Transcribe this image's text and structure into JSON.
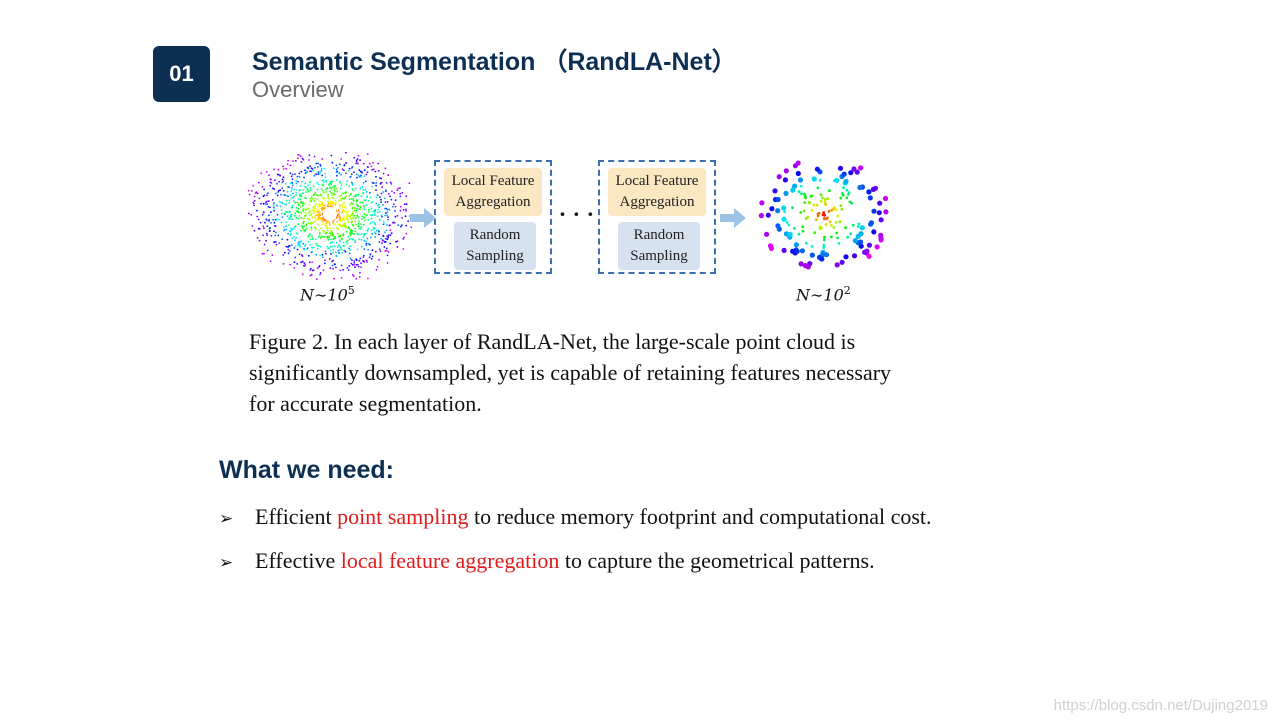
{
  "header": {
    "badge": "01",
    "title": "Semantic Segmentation （RandLA-Net）",
    "subtitle": "Overview"
  },
  "figure": {
    "stage1": {
      "top": "Local Feature Aggregation",
      "bottom": "Random Sampling"
    },
    "stage2": {
      "top": "Local Feature Aggregation",
      "bottom": "Random Sampling"
    },
    "ellipsis": "· · ·",
    "left_label_base": "N∼10",
    "left_label_exp": "5",
    "right_label_base": "N∼10",
    "right_label_exp": "2",
    "caption": "Figure 2. In each layer of RandLA-Net, the large-scale point cloud is significantly downsampled, yet is capable of retaining features necessary for accurate segmentation."
  },
  "needs": {
    "heading": "What we need:",
    "items": [
      {
        "marker": "➢",
        "pre": "Efficient ",
        "highlight": "point sampling",
        "post": " to reduce memory footprint and computational cost."
      },
      {
        "marker": "➢",
        "pre": "Effective ",
        "highlight": "local feature aggregation",
        "post": " to capture the geometrical patterns."
      }
    ],
    "highlight_color": "#e01b1b"
  },
  "watermark": "https://blog.csdn.net/Dujing2019",
  "colors": {
    "navy": "#0d2f52",
    "box_border": "#3a6fb0",
    "lfa_fill": "#fbe8c2",
    "rs_fill": "#d6e2f0",
    "arrow": "#9cc3e6"
  }
}
